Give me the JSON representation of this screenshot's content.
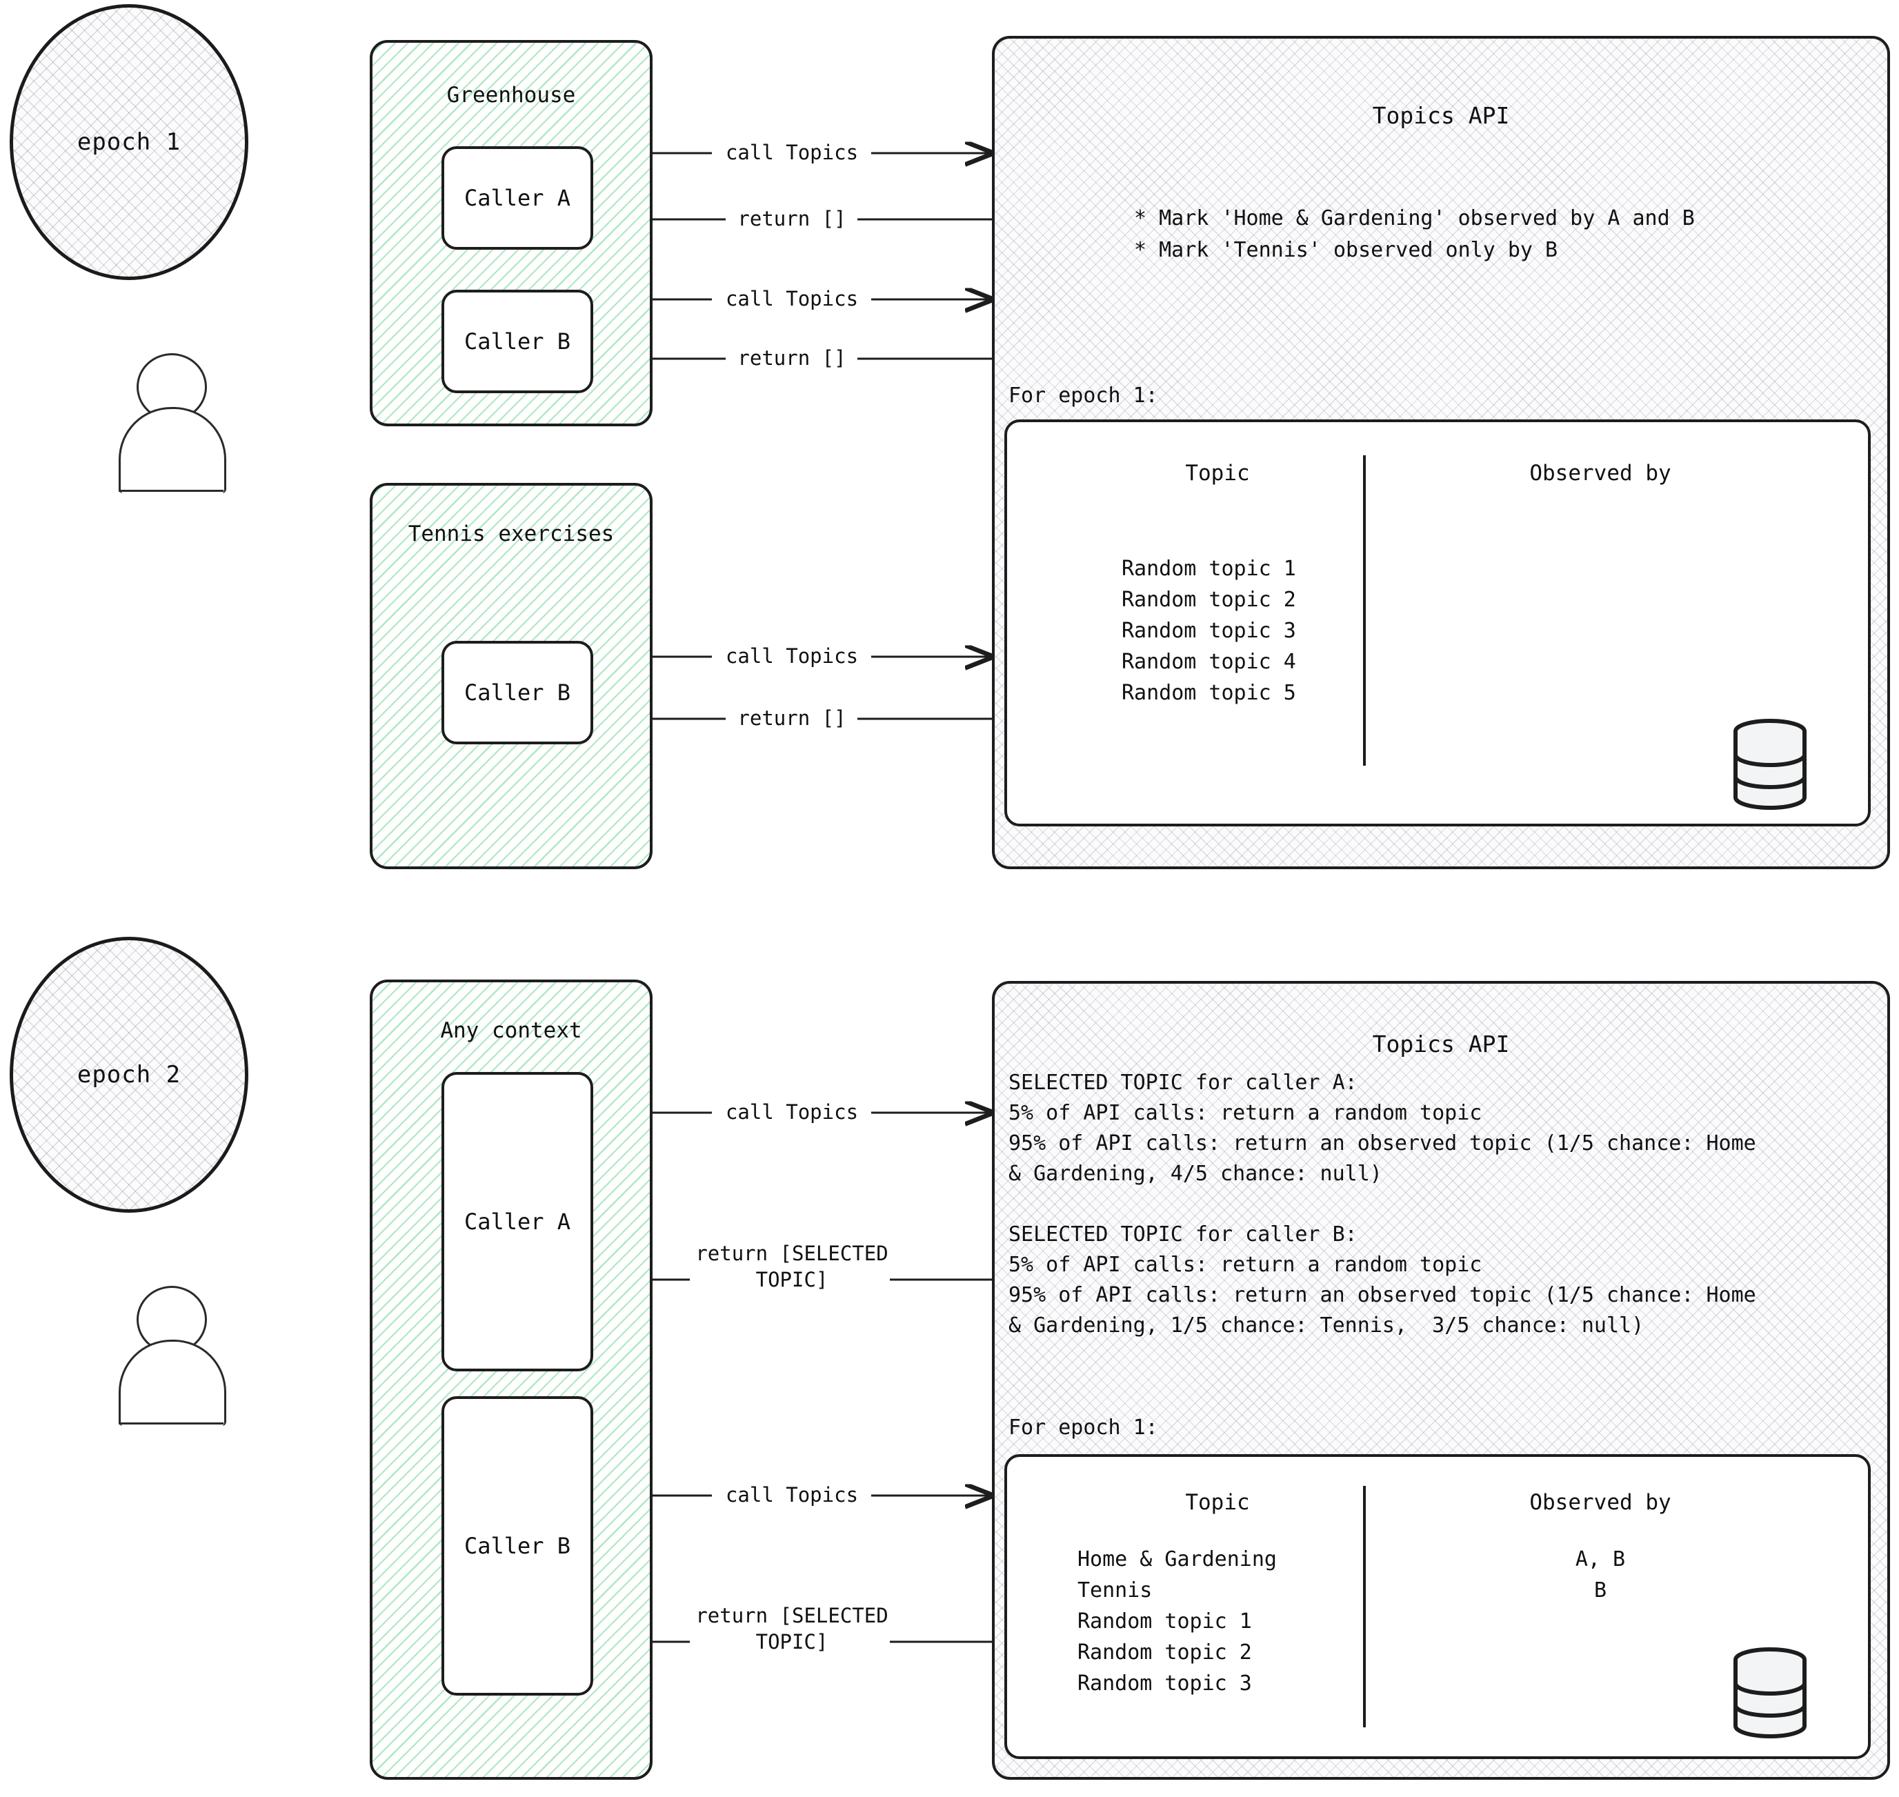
{
  "epochs": [
    {
      "id": "epoch-1",
      "label": "epoch 1",
      "contexts": [
        {
          "title": "Greenhouse",
          "callers": [
            "Caller A",
            "Caller B"
          ]
        },
        {
          "title": "Tennis exercises",
          "callers": [
            "Caller B"
          ]
        }
      ],
      "edges": [
        {
          "label": "call Topics"
        },
        {
          "label": "return []"
        },
        {
          "label": "call Topics"
        },
        {
          "label": "return []"
        },
        {
          "label": "call Topics"
        },
        {
          "label": "return []"
        }
      ],
      "api": {
        "title": "Topics API",
        "bullets": [
          "* Mark 'Home & Gardening' observed by A and B",
          "* Mark 'Tennis' observed only by B"
        ],
        "section_label": "For epoch 1:",
        "table": {
          "columns": [
            "Topic",
            "Observed by"
          ],
          "rows": [
            {
              "topic": "Random topic 1",
              "observed_by": ""
            },
            {
              "topic": "Random topic 2",
              "observed_by": ""
            },
            {
              "topic": "Random topic 3",
              "observed_by": ""
            },
            {
              "topic": "Random topic 4",
              "observed_by": ""
            },
            {
              "topic": "Random topic 5",
              "observed_by": ""
            }
          ]
        },
        "storage_icon": "database-cylinder-icon"
      }
    },
    {
      "id": "epoch-2",
      "label": "epoch 2",
      "contexts": [
        {
          "title": "Any context",
          "callers": [
            "Caller A",
            "Caller B"
          ]
        }
      ],
      "edges": [
        {
          "label": "call Topics"
        },
        {
          "label": "return [SELECTED\nTOPIC]"
        },
        {
          "label": "call Topics"
        },
        {
          "label": "return [SELECTED\nTOPIC]"
        }
      ],
      "api": {
        "title": "Topics API",
        "body": "SELECTED TOPIC for caller A:\n5% of API calls: return a random topic\n95% of API calls: return an observed topic (1/5 chance: Home\n& Gardening, 4/5 chance: null)\n\nSELECTED TOPIC for caller B:\n5% of API calls: return a random topic\n95% of API calls: return an observed topic (1/5 chance: Home\n& Gardening, 1/5 chance: Tennis,  3/5 chance: null)",
        "section_label": "For epoch 1:",
        "table": {
          "columns": [
            "Topic",
            "Observed by"
          ],
          "rows": [
            {
              "topic": "Home & Gardening",
              "observed_by": "A, B"
            },
            {
              "topic": "Tennis",
              "observed_by": "B"
            },
            {
              "topic": "Random topic 1",
              "observed_by": ""
            },
            {
              "topic": "Random topic 2",
              "observed_by": ""
            },
            {
              "topic": "Random topic 3",
              "observed_by": ""
            }
          ]
        },
        "storage_icon": "database-cylinder-icon"
      }
    }
  ],
  "colors": {
    "stroke": "#1d1d1d",
    "context_hatch": "#40c86e",
    "panel_hatch": "#7880 96",
    "background": "#ffffff"
  },
  "actor_icon": "user-person-icon"
}
